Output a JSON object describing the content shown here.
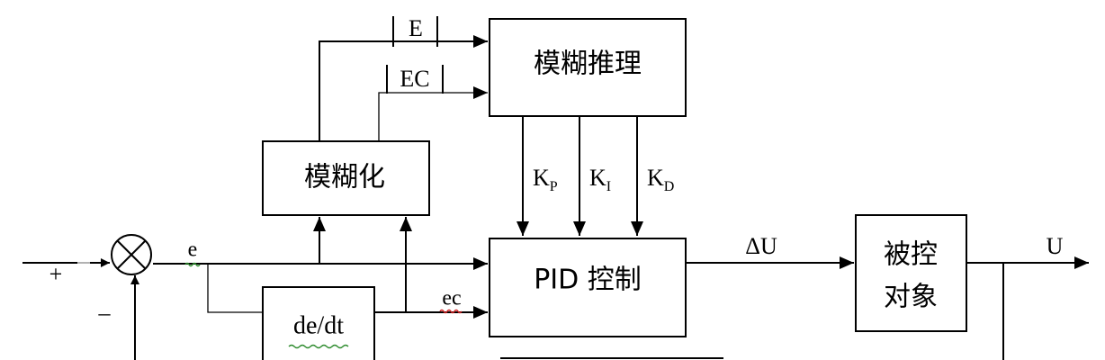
{
  "blocks": {
    "fuzzy_inference": "模糊推理",
    "fuzzification": "模糊化",
    "pid_control": "PID 控制",
    "derivative": "de/dt",
    "plant_line1": "被控",
    "plant_line2": "对象"
  },
  "signals": {
    "E": "E",
    "EC": "EC",
    "e": "e",
    "ec": "ec",
    "delta_u": "ΔU",
    "output": "U"
  },
  "gains": [
    {
      "base": "K",
      "sub": "P"
    },
    {
      "base": "K",
      "sub": "I"
    },
    {
      "base": "K",
      "sub": "D"
    }
  ],
  "signs": {
    "plus": "+",
    "minus": "–"
  },
  "colors": {
    "line": "#000000",
    "spellcheck_green": "#2e8b2e",
    "spellcheck_red": "#d02020"
  }
}
